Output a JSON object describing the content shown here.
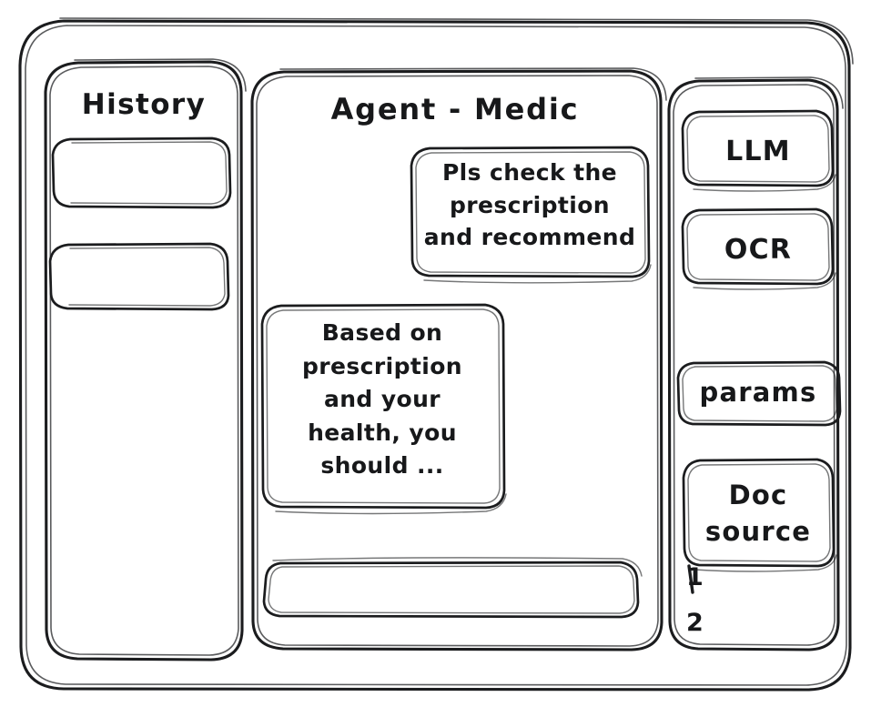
{
  "window": {
    "frame_name": "app-window-frame"
  },
  "sidebar_left": {
    "title": "History",
    "items": [
      {
        "label": "",
        "name": "history-item-1"
      },
      {
        "label": "",
        "name": "history-item-2"
      }
    ]
  },
  "main": {
    "title": "Agent - Medic",
    "messages": [
      {
        "role": "user",
        "text": "Pls check the\nprescription\nand recommend",
        "align": "right"
      },
      {
        "role": "assistant",
        "text": "Based on\nprescription\nand your\nhealth, you\nshould ...",
        "align": "left"
      }
    ],
    "composer": {
      "value": "",
      "placeholder": ""
    }
  },
  "sidebar_right": {
    "tools": [
      {
        "label": "LLM",
        "name": "tool-llm"
      },
      {
        "label": "OCR",
        "name": "tool-ocr"
      }
    ],
    "params": {
      "label": "params"
    },
    "doc_source": {
      "label": "Doc\nsource",
      "items": [
        {
          "label": "1"
        },
        {
          "label": "2"
        }
      ]
    }
  },
  "style": {
    "stroke_color": "#1b1c1e",
    "background_color": "#ffffff"
  }
}
